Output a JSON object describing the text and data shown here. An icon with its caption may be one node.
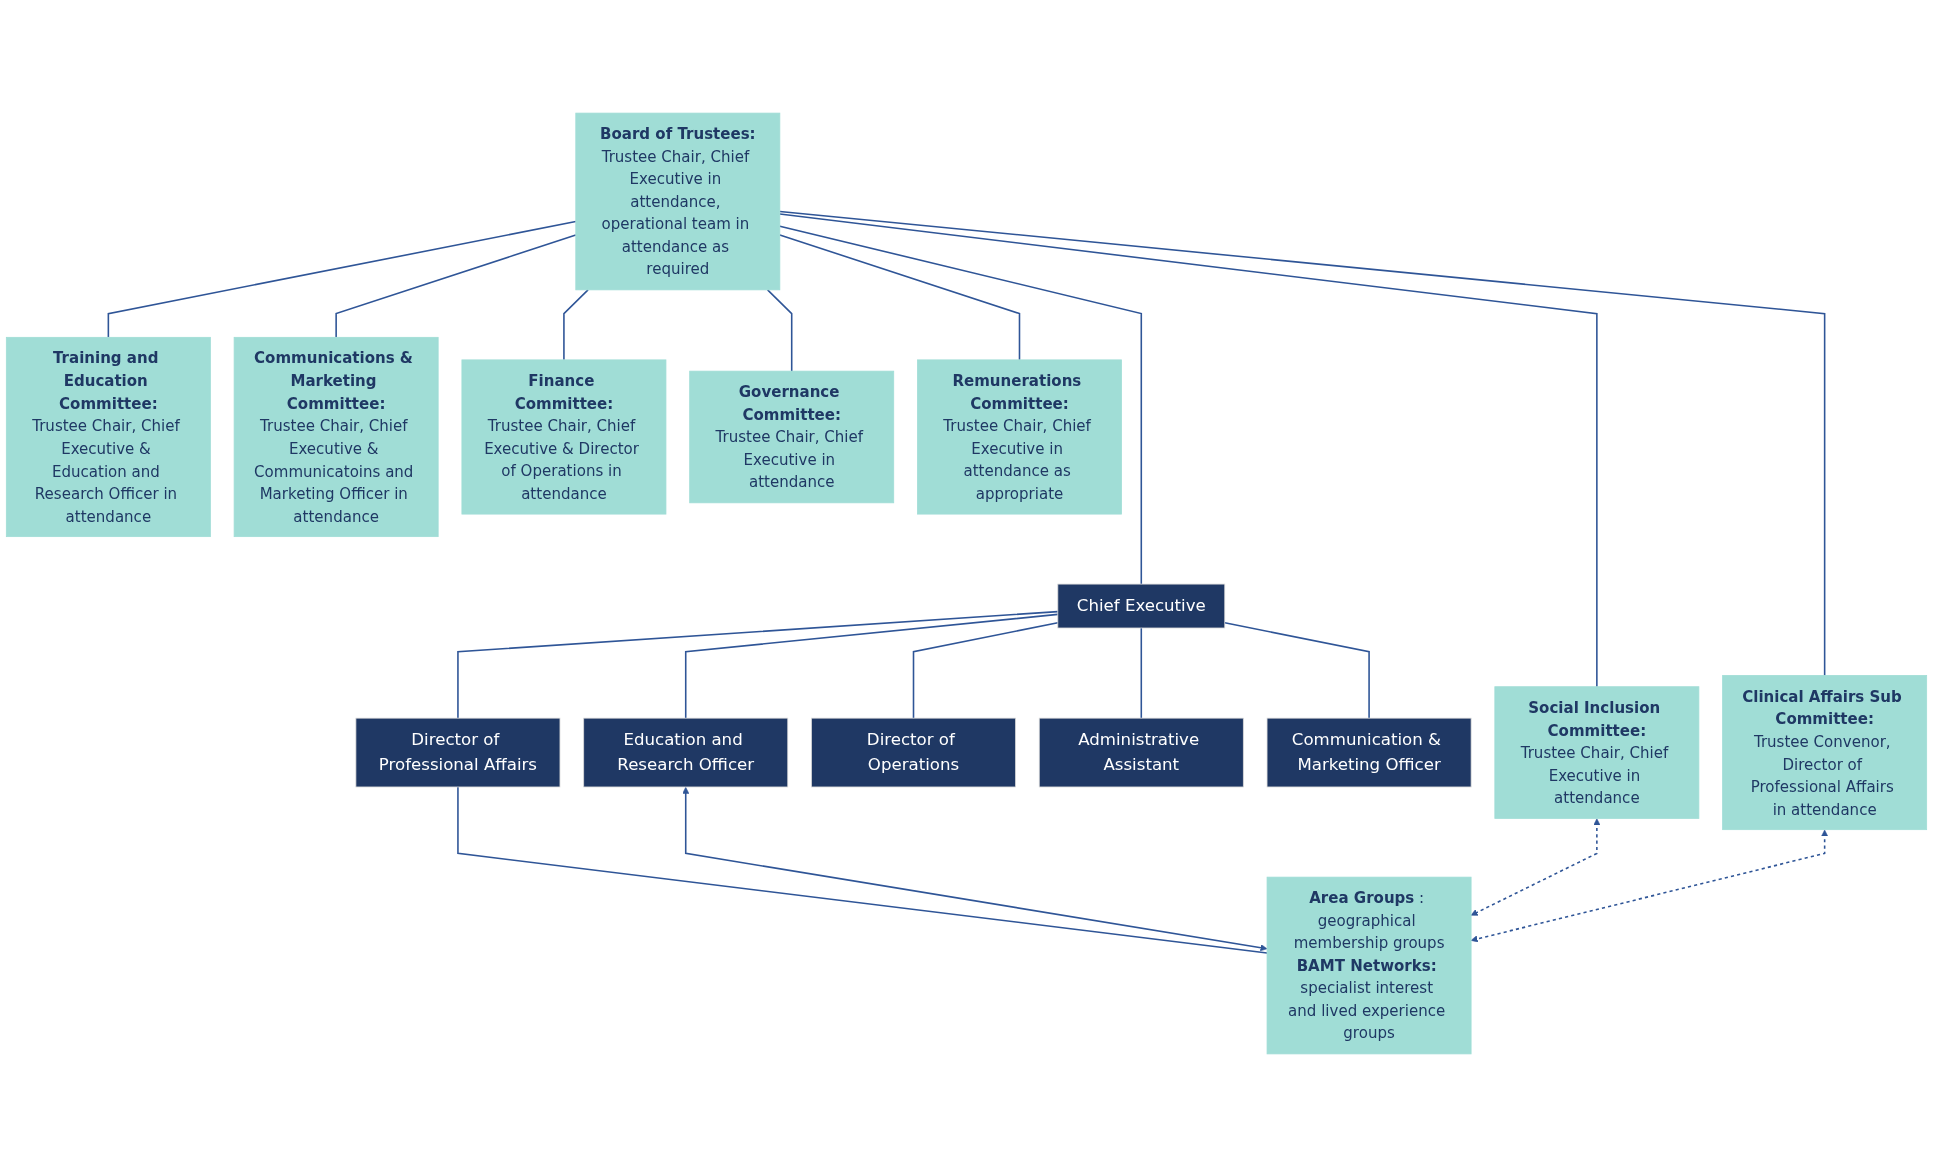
{
  "diagram": {
    "nodes": [
      {
        "text": [
          "Board of Trustees:",
          "Trustee Chair, Chief Executive in attendance, operational team in attendance as required"
        ]
      },
      {
        "text": [
          "Social Inclusion Committee:",
          "Trustee Chair, Chief Executive in attendance"
        ]
      },
      {
        "text": [
          "Training and Education Committee:",
          "Trustee Chair, Chief Executive & Education and Research Officer in attendance"
        ]
      },
      {
        "text": [
          "Communications & Marketing Committee:",
          "Trustee Chair, Chief Executive & Communicatoins and Marketing Officer in attendance"
        ]
      },
      {
        "text": [
          "Finance Committee:",
          "Trustee Chair, Chief Executive & Director of Operations in attendance"
        ]
      },
      {
        "text": [
          "Governance Committee:",
          "Trustee Chair, Chief Executive in attendance"
        ]
      },
      {
        "text": [
          "Remunerations Committee:",
          "Trustee Chair, Chief Executive in attendance as appropriate"
        ]
      },
      {
        "text": [
          "Clinical Affairs Sub Committee:",
          "Trustee Convenor, Director of Professional Affairs in attendance"
        ]
      },
      {
        "text": [
          "Chief Executive"
        ]
      },
      {
        "text": [
          "Director of Operations"
        ]
      },
      {
        "text": [
          "Administrative Assistant"
        ]
      },
      {
        "text": [
          "Communication & Marketing Officer"
        ]
      },
      {
        "text": [
          "Director of Professional Affairs"
        ]
      },
      {
        "text": [
          "Education and Research Officer"
        ]
      },
      {
        "text": [
          "**Area Groups** : geographical membership groups",
          "**BAMT Networks:** specialist interest and lived experience groups"
        ]
      }
    ],
    "edges": [
      {
        "from": 0,
        "to": 1,
        "arrow": "none"
      },
      {
        "from": 0,
        "to": 2,
        "arrow": "none"
      },
      {
        "from": 0,
        "to": 3,
        "arrow": "none"
      },
      {
        "from": 0,
        "to": 4,
        "arrow": "none"
      },
      {
        "from": 0,
        "to": 5,
        "arrow": "none"
      },
      {
        "from": 0,
        "to": 6,
        "arrow": "none"
      },
      {
        "from": 0,
        "to": 7,
        "arrow": "none"
      },
      {
        "from": 0,
        "to": 8,
        "arrow": "none"
      },
      {
        "from": 8,
        "to": 9,
        "arrow": "none"
      },
      {
        "from": 8,
        "to": 10,
        "arrow": "none"
      },
      {
        "from": 8,
        "to": 11,
        "arrow": "none"
      },
      {
        "from": 8,
        "to": 12,
        "arrow": "none"
      },
      {
        "from": 8,
        "to": 13,
        "arrow": "none"
      },
      {
        "from": 12,
        "to": 14,
        "arrow": "none"
      },
      {
        "from": 13,
        "to": 14,
        "arrow": "both"
      },
      {
        "from": 1,
        "to": 14,
        "arrow": "both",
        "style": "dashed"
      },
      {
        "from": 7,
        "to": 14,
        "arrow": "both",
        "style": "dashed"
      }
    ]
  }
}
